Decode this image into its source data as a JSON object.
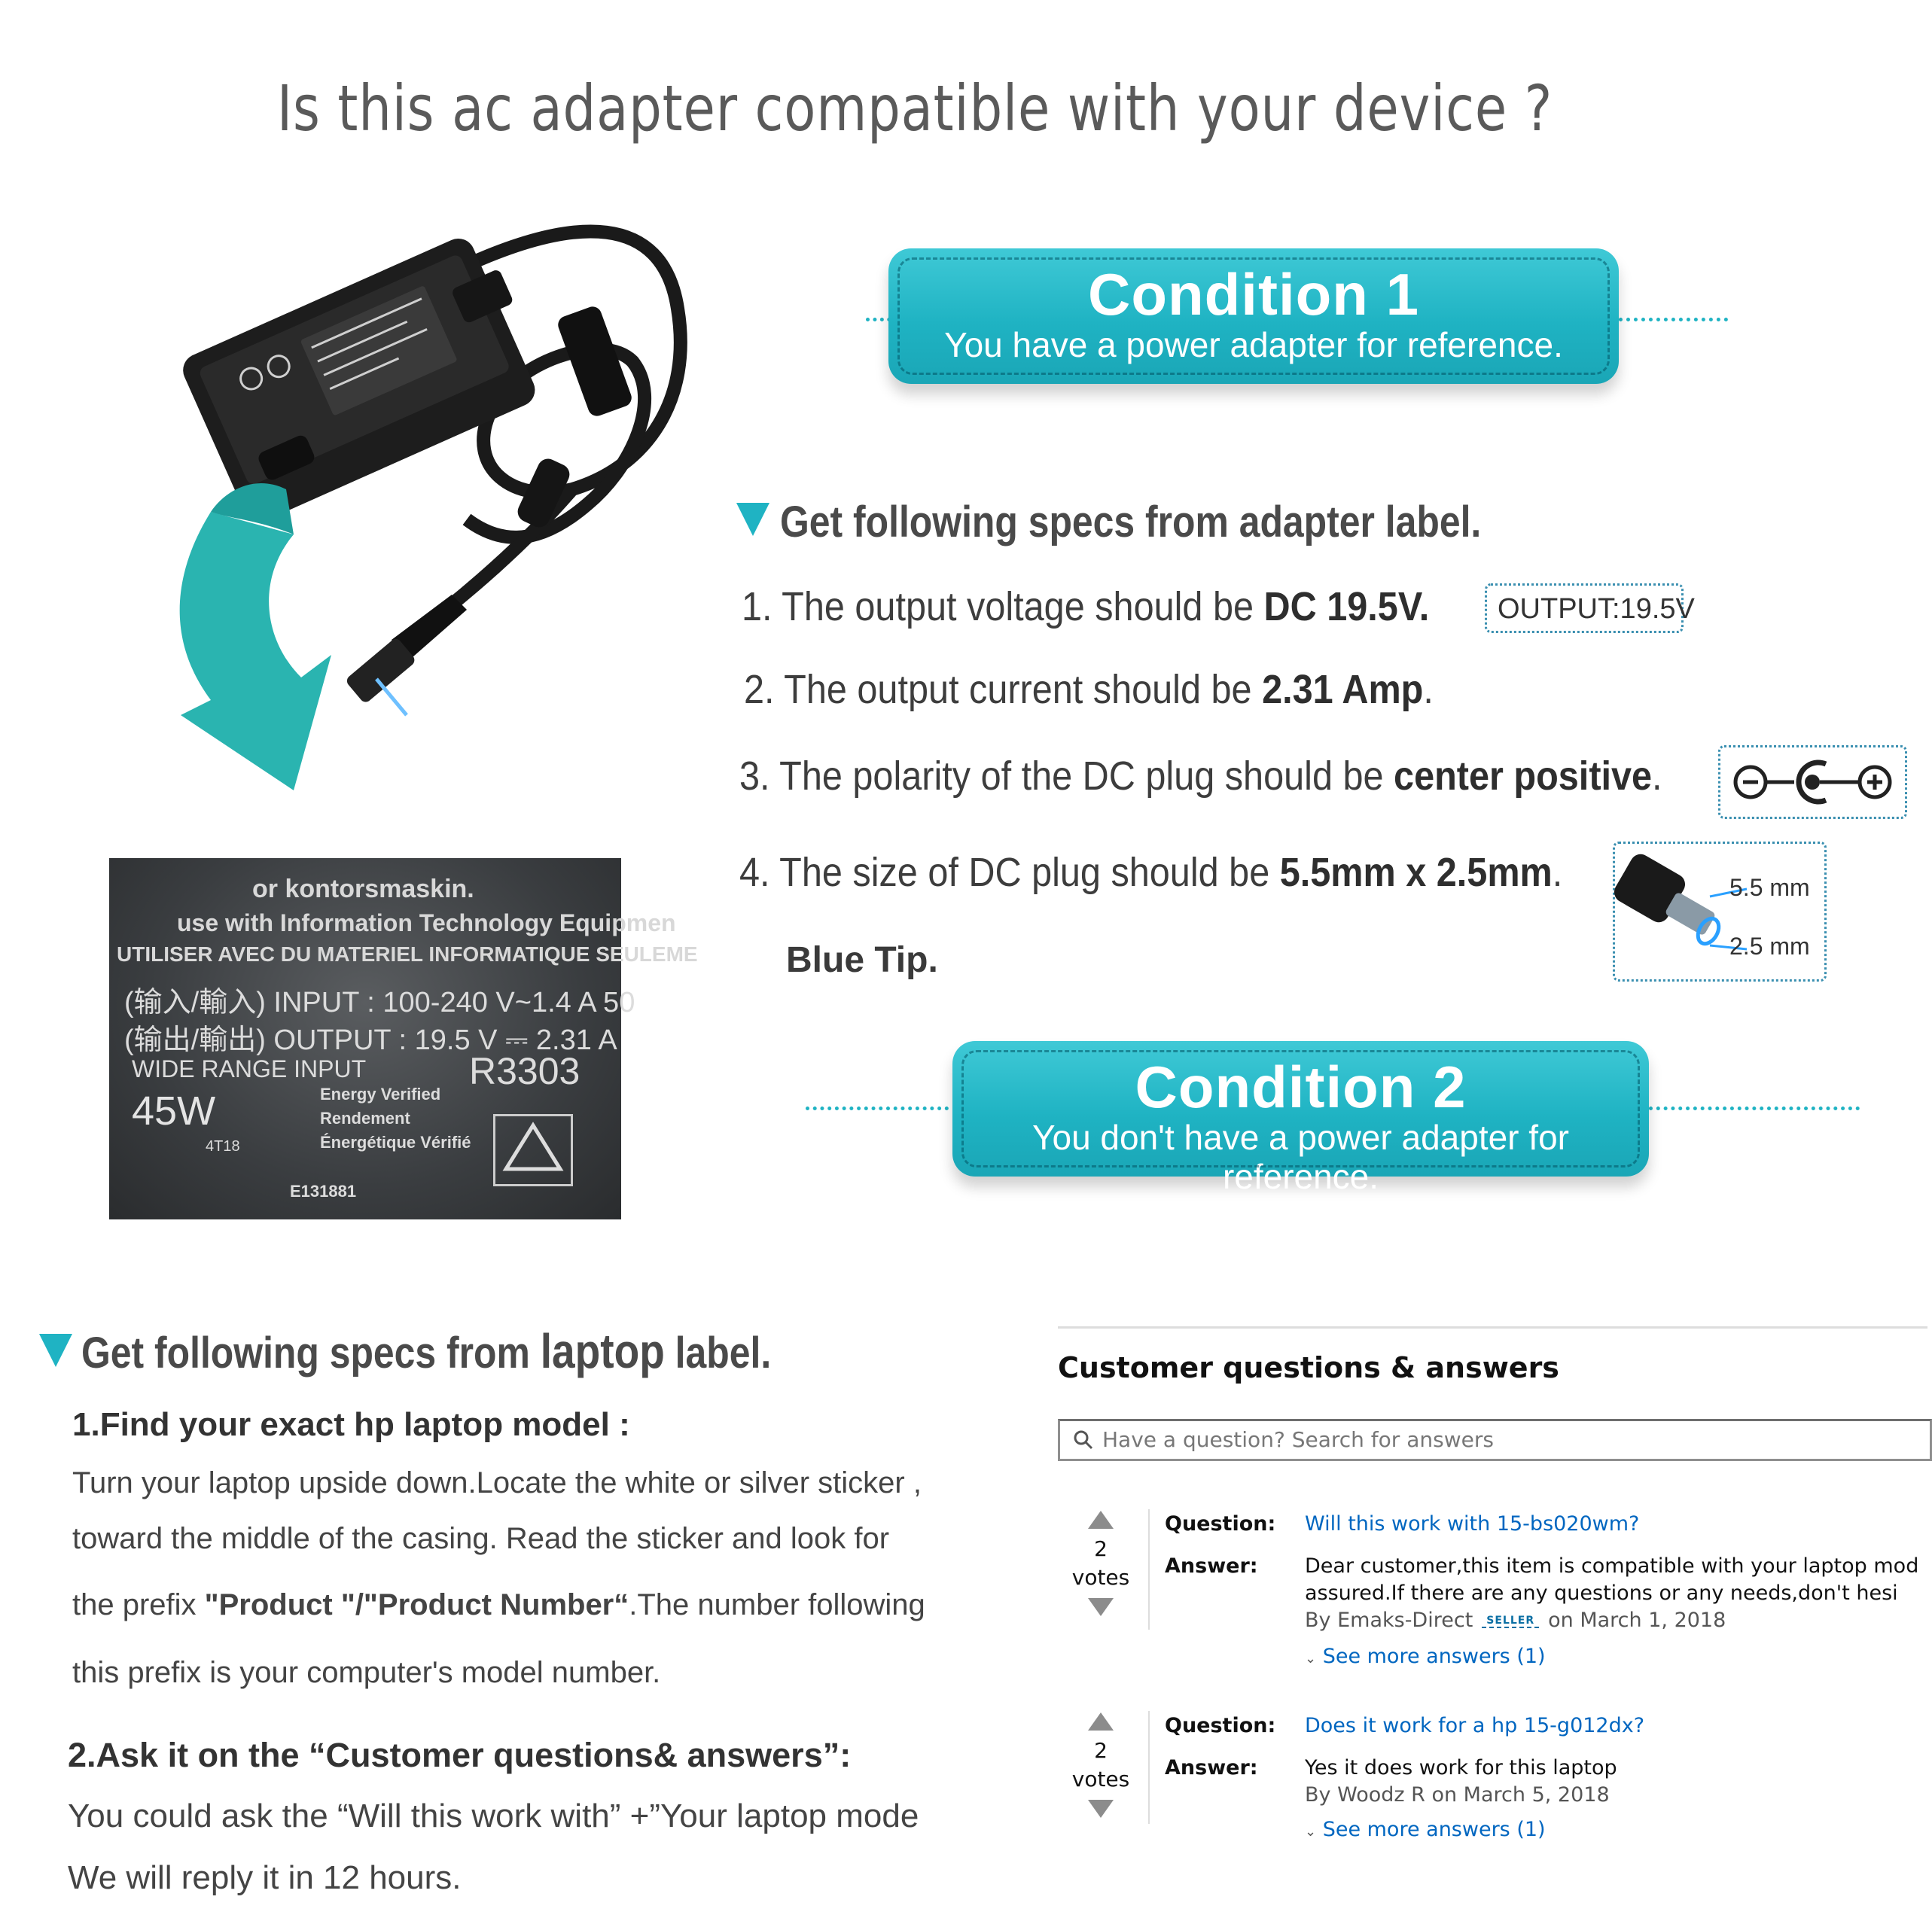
{
  "title": "Is this ac adapter compatible with your device ?",
  "condition1": {
    "title": "Condition 1",
    "subtitle": "You have a power adapter for reference."
  },
  "condition2": {
    "title": "Condition 2",
    "subtitle": "You don't have a power adapter for reference."
  },
  "adapter_specs": {
    "heading": "Get following specs from adapter label.",
    "item1": {
      "text": "1. The output voltage should be ",
      "bold": "DC",
      "value": "19.5",
      "unit": "V.",
      "badge": "OUTPUT:19.5V"
    },
    "item2": {
      "text": "2. The output current should be ",
      "bold": "2.31 Amp",
      "end": "."
    },
    "item3": {
      "text": "3. The polarity of the DC plug should be ",
      "bold": "center positive",
      "end": "."
    },
    "item4": {
      "text": "4. The size of DC plug should be ",
      "bold": "5.5mm x 2.5mm",
      "end": ".",
      "outer": "5.5 mm",
      "inner": "2.5 mm"
    },
    "tip": "Blue Tip."
  },
  "adapter_label": {
    "line1": "or kontorsmaskin.",
    "line2": "use with Information Technology Equipmen",
    "line3": "UTILISER AVEC DU MATERIEL INFORMATIQUE SEULEME",
    "input": "(输入/輸入) INPUT : 100-240 V~1.4 A  50",
    "output": "(输出/輸出) OUTPUT : 19.5 V ⎓ 2.31 A",
    "wide": "WIDE RANGE INPUT",
    "watt": "45W",
    "energy1": "Energy Verified",
    "energy2": "Rendement",
    "energy3": "Énergétique Vérifié",
    "code": "4T18",
    "r_code": "R3303",
    "e_code": "E131881"
  },
  "laptop_specs": {
    "heading_a": "Get following specs from ",
    "heading_b": "laptop",
    "heading_c": " label.",
    "step1_title": "1.Find your exact hp laptop model :",
    "step1_line1": "Turn your laptop upside down.Locate the white or silver sticker ,",
    "step1_line2": "toward the middle of the casing. Read the sticker and look for",
    "step1_line3_a": "the  prefix ",
    "step1_line3_b": "\"Product \"/\"Product Number“",
    "step1_line3_c": ".The number following",
    "step1_line4": "this prefix is your computer's model number.",
    "step2_title": "2.Ask it on the “Customer questions& answers”:",
    "step2_line1": "You could ask the “Will this work with” +”Your laptop mode",
    "step2_line2": "We will reply it in 12 hours."
  },
  "qa": {
    "title": "Customer questions & answers",
    "search_placeholder": "Have a question? Search for answers",
    "items": [
      {
        "votes": "2",
        "votes_label": "votes",
        "q_label": "Question:",
        "question": "Will this work with 15-bs020wm?",
        "a_label": "Answer:",
        "answer_line1": "Dear customer,this item is compatible with your laptop mod",
        "answer_line2": "assured.If there are any questions or any needs,don't hesi",
        "by": "By Emaks-Direct",
        "badge": "SELLER",
        "date": "on March 1, 2018",
        "more": "See more answers (1)"
      },
      {
        "votes": "2",
        "votes_label": "votes",
        "q_label": "Question:",
        "question": "Does it work for a hp 15-g012dx?",
        "a_label": "Answer:",
        "answer_line1": "Yes it does work for this laptop",
        "by": "By Woodz R on March 5, 2018",
        "more": "See more answers (1)"
      }
    ]
  }
}
